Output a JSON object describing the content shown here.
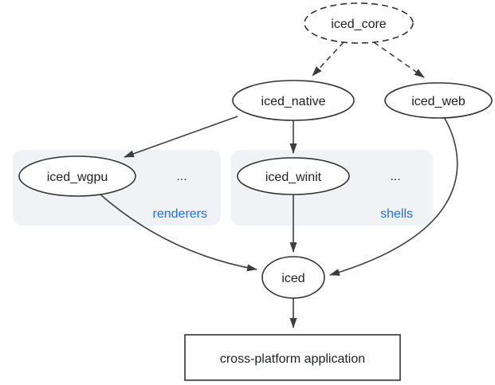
{
  "diagram": {
    "nodes": {
      "iced_core": {
        "label": "iced_core",
        "shape": "ellipse",
        "outline": "dashed"
      },
      "iced_native": {
        "label": "iced_native",
        "shape": "ellipse",
        "outline": "solid"
      },
      "iced_web": {
        "label": "iced_web",
        "shape": "ellipse",
        "outline": "solid"
      },
      "iced_wgpu": {
        "label": "iced_wgpu",
        "shape": "ellipse",
        "outline": "solid"
      },
      "iced_winit": {
        "label": "iced_winit",
        "shape": "ellipse",
        "outline": "solid"
      },
      "iced": {
        "label": "iced",
        "shape": "ellipse",
        "outline": "solid"
      },
      "application": {
        "label": "cross-platform application",
        "shape": "rectangle",
        "outline": "solid"
      }
    },
    "groups": {
      "renderers": {
        "label": "renderers",
        "ellipsis": "...",
        "contains": [
          "iced_wgpu"
        ]
      },
      "shells": {
        "label": "shells",
        "ellipsis": "...",
        "contains": [
          "iced_winit"
        ]
      }
    },
    "edges": [
      {
        "from": "iced_core",
        "to": "iced_native",
        "style": "dashed"
      },
      {
        "from": "iced_core",
        "to": "iced_web",
        "style": "dashed"
      },
      {
        "from": "iced_native",
        "to": "iced_wgpu",
        "style": "solid"
      },
      {
        "from": "iced_native",
        "to": "iced_winit",
        "style": "solid"
      },
      {
        "from": "iced_wgpu",
        "to": "iced",
        "style": "solid"
      },
      {
        "from": "iced_winit",
        "to": "iced",
        "style": "solid"
      },
      {
        "from": "iced_web",
        "to": "iced",
        "style": "solid"
      },
      {
        "from": "iced",
        "to": "application",
        "style": "solid"
      }
    ],
    "colors": {
      "group_label": "#1a73e8",
      "node_stroke": "#333333",
      "edge": "#3d3d3d",
      "group_bg": "#f0f2f5",
      "text": "#202124",
      "node_fill": "#ffffff",
      "background": "#ffffff"
    }
  }
}
